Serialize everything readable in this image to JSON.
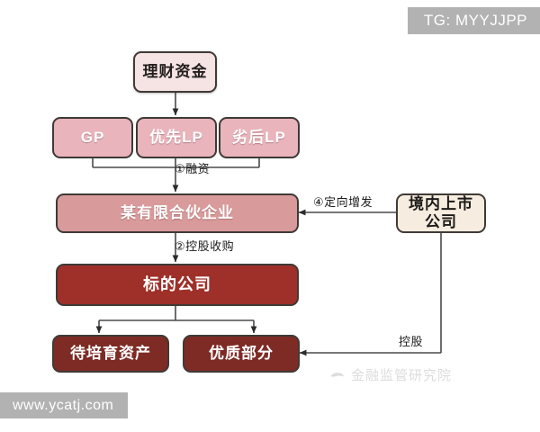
{
  "watermarks": {
    "top_right": "TG: MYYJJPP",
    "bottom_left": "www.ycatj.com",
    "center_logo_text": "金融监管研究院",
    "logo_icon": "bird-logo-icon"
  },
  "diagram": {
    "title": "",
    "nodes": [
      {
        "id": "funds",
        "label": "理财资金",
        "style": "pale"
      },
      {
        "id": "gp",
        "label": "GP",
        "style": "pink"
      },
      {
        "id": "senior_lp",
        "label": "优先LP",
        "style": "pink"
      },
      {
        "id": "junior_lp",
        "label": "劣后LP",
        "style": "pink"
      },
      {
        "id": "partnership",
        "label": "某有限合伙企业",
        "style": "rose"
      },
      {
        "id": "target",
        "label": "标的公司",
        "style": "crimson"
      },
      {
        "id": "incubate",
        "label": "待培育资产",
        "style": "maroon"
      },
      {
        "id": "quality",
        "label": "优质部分",
        "style": "maroon"
      },
      {
        "id": "listedco",
        "label": "境内上市公司",
        "style": "cream"
      }
    ],
    "edges": [
      {
        "id": "e1",
        "label": "①融资",
        "from": "gp,senior_lp,junior_lp",
        "to": "partnership"
      },
      {
        "id": "e2",
        "label": "②控股收购",
        "from": "partnership",
        "to": "target"
      },
      {
        "id": "e3",
        "label": "④定向增发",
        "from": "listedco",
        "to": "partnership"
      },
      {
        "id": "e4",
        "label": "控股",
        "from": "listedco",
        "to": "quality"
      },
      {
        "id": "e5",
        "label": "",
        "from": "funds",
        "to": "senior_lp"
      },
      {
        "id": "e6",
        "label": "",
        "from": "target",
        "to": "incubate"
      },
      {
        "id": "e7",
        "label": "",
        "from": "target",
        "to": "quality"
      }
    ]
  },
  "colors": {
    "pale": "#f6e3e4",
    "pink": "#e9b4bc",
    "rose": "#d99a9b",
    "crimson": "#9e3029",
    "maroon": "#7e2b25",
    "cream": "#f6ece0",
    "border": "#3f3a36",
    "wire": "#4a4a4a",
    "watermark_bar": "#b2b2b2"
  }
}
